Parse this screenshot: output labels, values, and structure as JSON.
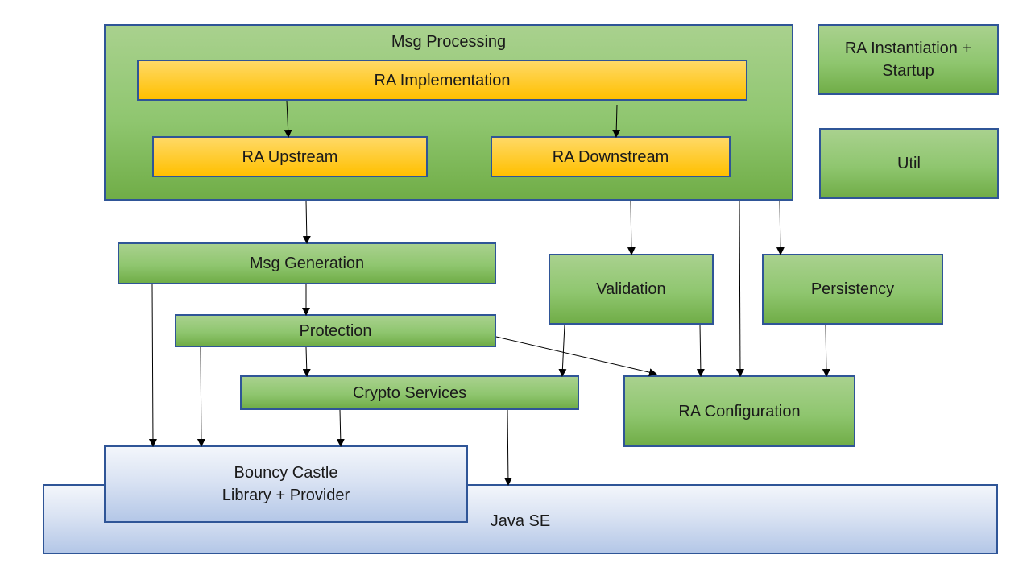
{
  "blocks": {
    "msg_processing": "Msg Processing",
    "ra_implementation": "RA Implementation",
    "ra_upstream": "RA Upstream",
    "ra_downstream": "RA Downstream",
    "ra_instantiation": "RA Instantiation + Startup",
    "util": "Util",
    "msg_generation": "Msg Generation",
    "validation": "Validation",
    "persistency": "Persistency",
    "protection": "Protection",
    "crypto_services": "Crypto Services",
    "ra_configuration": "RA Configuration",
    "bouncy_castle": "Bouncy Castle\nLibrary + Provider",
    "java_se": "Java SE"
  },
  "colors": {
    "border": "#2f5597",
    "green_top": "#a9d18e",
    "green_bottom": "#70ad47",
    "orange_top": "#ffd966",
    "orange_bottom": "#ffc000",
    "blue_top": "#f3f6fb",
    "blue_bottom": "#b4c7e7"
  }
}
